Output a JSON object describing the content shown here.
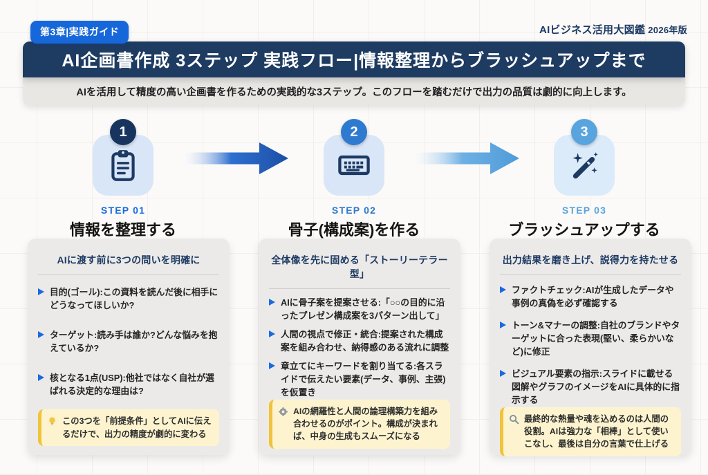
{
  "page": {
    "chapter_badge": "第3章|実践ガイド",
    "brand": "AIビジネス活用大図鑑",
    "brand_year": "2026年版",
    "title": "AI企画書作成 3ステップ 実践フロー|情報整理からブラッシュアップまで",
    "subtitle": "AIを活用して精度の高い企画書を作るための実践的な3ステップ。このフローを踏むだけで出力の品質は劇的に向上します。"
  },
  "colors": {
    "header_navy": "#1e3b62",
    "badge_blue": "#1667d9",
    "arrow1_end": "#1c4fa5",
    "arrow2_end": "#4f9bd8",
    "tip_bg": "#fdf4cf",
    "tip_border": "#f0c33c",
    "bullet_blue": "#1a6ae0"
  },
  "steps": [
    {
      "number": "1",
      "step_label": "STEP 01",
      "title": "情報を整理する",
      "icon": "clipboard-icon",
      "accent": "#17345f",
      "label_color": "#1a6ae0",
      "card": {
        "heading": "AIに渡す前に3つの問いを明確に",
        "bullets": [
          "目的(ゴール):この資料を読んだ後に相手にどうなってほしいか?",
          "ターゲット:読み手は誰か?どんな悩みを抱えているか?",
          "核となる1点(USP):他社ではなく自社が選ばれる決定的な理由は?"
        ],
        "tip_icon": "lightbulb-icon",
        "tip": "この3つを「前提条件」としてAIに伝えるだけで、出力の精度が劇的に変わる"
      }
    },
    {
      "number": "2",
      "step_label": "STEP 02",
      "title": "骨子(構成案)を作る",
      "icon": "keyboard-icon",
      "accent": "#2e7ad0",
      "label_color": "#2e7ad0",
      "card": {
        "heading": "全体像を先に固める「ストーリーテラー型」",
        "bullets": [
          "AIに骨子案を提案させる:「○○の目的に沿ったプレゼン構成案を3パターン出して」",
          "人間の視点で修正・統合:提案された構成案を組み合わせ、納得感のある流れに調整",
          "章立てにキーワードを割り当てる:各スライドで伝えたい要素(データ、事例、主張)を仮置き"
        ],
        "tip_icon": "gear-icon",
        "tip": "AIの網羅性と人間の論理構築力を組み合わせるのがポイント。構成が決まれば、中身の生成もスムーズになる"
      }
    },
    {
      "number": "3",
      "step_label": "STEP 03",
      "title": "ブラッシュアップする",
      "icon": "magic-wand-icon",
      "accent": "#58a4de",
      "label_color": "#58a4de",
      "card": {
        "heading": "出力結果を磨き上げ、説得力を持たせる",
        "bullets": [
          "ファクトチェック:AIが生成したデータや事例の真偽を必ず確認する",
          "トーン&マナーの調整:自社のブランドやターゲットに合った表現(堅い、柔らかいなど)に修正",
          "ビジュアル要素の指示:スライドに載せる図解やグラフのイメージをAIに具体的に指示する"
        ],
        "tip_icon": "magnifier-icon",
        "tip": "最終的な熱量や魂を込めるのは人間の役割。AIは強力な「相棒」として使いこなし、最後は自分の言葉で仕上げる"
      }
    }
  ]
}
